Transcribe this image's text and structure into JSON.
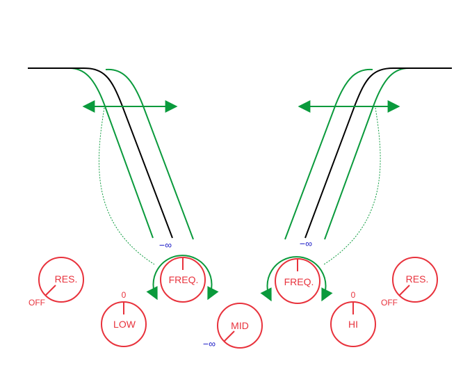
{
  "colors": {
    "curve": "#000000",
    "range": "#0a9a3c",
    "knob": "#e8323c",
    "infinity": "#2020c8"
  },
  "knobs": {
    "res_left": {
      "label": "RES.",
      "min_label": "OFF"
    },
    "freq_left": {
      "label": "FREQ."
    },
    "low": {
      "label": "LOW",
      "top_label": "0"
    },
    "mid": {
      "label": "MID",
      "min_label": "−∞"
    },
    "freq_right": {
      "label": "FREQ."
    },
    "hi": {
      "label": "HI",
      "top_label": "0"
    },
    "res_right": {
      "label": "RES.",
      "min_label": "OFF"
    }
  },
  "filters": {
    "left": {
      "min_label": "−∞"
    },
    "right": {
      "min_label": "−∞"
    }
  },
  "icons": {
    "freq_arrow": "circular-double-arrow-icon",
    "sweep_arrow": "horizontal-double-arrow-icon"
  }
}
